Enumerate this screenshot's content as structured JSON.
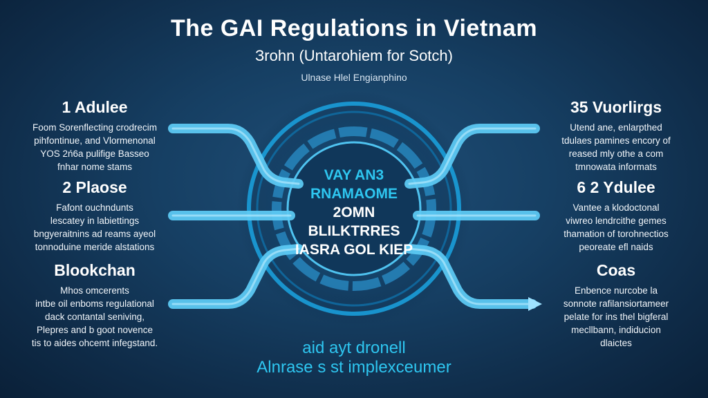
{
  "header": {
    "title": "The GAI Regulations in Vietnam",
    "subtitle": "Зrohn (Untarohiem for Sotch)",
    "tagline": "Ulnase Hlel Engianphino"
  },
  "left_blocks": [
    {
      "heading": "1 Adulee",
      "lines": [
        "Foom Sorenflecting crodrecim",
        "pihfontinue, and Vlormenonal",
        "YOS 2ń6a pulifige Basseo",
        "fnhar nome stams"
      ]
    },
    {
      "heading": "2 Plaose",
      "lines": [
        "Fafont ouchndunts",
        "lescatey in labiettings",
        "bngyeraitnins ad reams ayeol",
        "tonnoduine meride alstations"
      ]
    },
    {
      "heading": "Blookchan",
      "lines": [
        "Mhos omcerents",
        "intbe oil enboms regulational",
        "dack contantal seniving,",
        "Plepres and b goot novence",
        "tis to aides ohcemt infegstand."
      ]
    }
  ],
  "right_blocks": [
    {
      "heading": "35 Vuorlirgs",
      "lines": [
        "Utend ane, enlarpthed",
        "tdulaes pamines encory of",
        "reased mly othe a com",
        "tmnowata informats"
      ]
    },
    {
      "heading": "6 2 Ydulee",
      "lines": [
        "Vantee a klodoctonal",
        "viwreo lendrcithe gemes",
        "thamation of torohnectios",
        "peoreate efl naids"
      ]
    },
    {
      "heading": "Coas",
      "lines": [
        "Enbence nurcobe la",
        "sonnote rafilansiortameer",
        "pelate for ins thel bigferal",
        "mecllbann, indiducion",
        "dlaictes"
      ]
    }
  ],
  "center": {
    "lines": [
      "VAY AN3",
      "RNAMAOME",
      "2OMN",
      "BLILKTRRES",
      "IASRA GOL KIEP"
    ],
    "line_colors": [
      "#2ec6f0",
      "#2ec6f0",
      "#ffffff",
      "#ffffff",
      "#ffffff"
    ]
  },
  "footer": {
    "line1": "aid ayt dronell",
    "line2": "Alnrase s st implexceumer"
  },
  "colors": {
    "accent": "#2ec6f0",
    "ring": "#1aa3e0",
    "arrow": "#5cc8f2",
    "background": "#163f63"
  }
}
